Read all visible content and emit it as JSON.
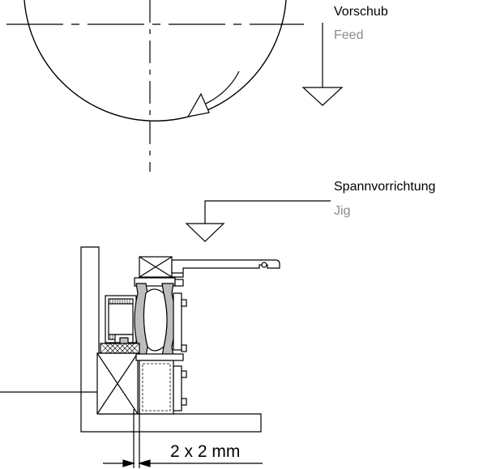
{
  "labels": {
    "feed_de": "Vorschub",
    "feed_en": "Feed",
    "jig_de": "Spannvorrichtung",
    "jig_en": "Jig",
    "dimension": "2 x 2 mm"
  },
  "colors": {
    "line": "#000000",
    "secondary_text": "#8c8c8c",
    "profile_fill": "#bdbdbd",
    "background": "#ffffff"
  }
}
